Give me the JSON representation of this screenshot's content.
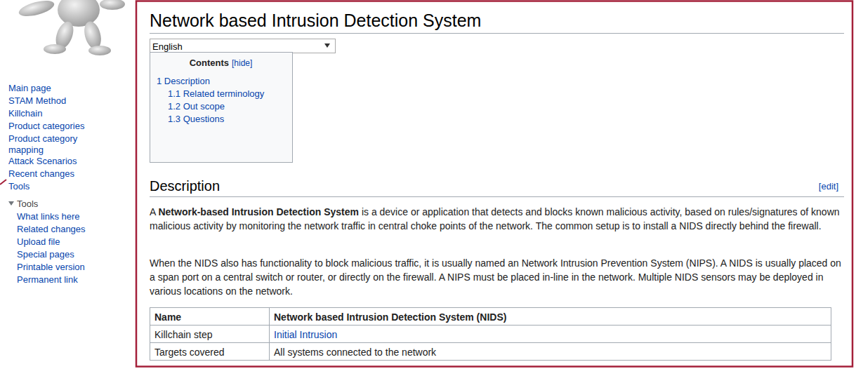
{
  "diagram": {
    "title": "Network based Intrusion Detection System",
    "nodes": [
      {
        "text": [
          "English"
        ]
      },
      {
        "text": [
          "Contents",
          "[hide]",
          "1 Description",
          "1.1 Related terminology",
          "1.2 Out scope",
          "1.3 Questions"
        ]
      }
    ],
    "labels": [
      "Main page",
      "STAM Method",
      "Killchain",
      "Product categories",
      "Product category mapping",
      "Attack Scenarios",
      "Recent changes",
      "Tools",
      "Tools",
      "What links here",
      "Related changes",
      "Upload file",
      "Special pages",
      "Printable version",
      "Permanent link",
      "Description",
      "[edit]",
      "A",
      "Network-based Intrusion Detection System",
      "is a device or application that detects and blocks known malicious activity, based on rules/signatures of known malicious activity by monitoring the network traffic in central choke points of the network. The common setup is to install a NIDS directly behind the firewall.",
      "When the NIDS also has functionality to block malicious traffic, it is usually named an Network Intrusion Prevention System (NIPS). A NIDS is usually placed on a span port on a central switch or router, or directly on the firewall. A NIPS must be placed in-line in the network. Multiple NIDS sensors may be deployed in various locations on the network.",
      "Name",
      "Network based Intrusion Detection System (NIDS)",
      "Killchain step",
      "Initial Intrusion",
      "Targets covered",
      "All systems connected to the network"
    ]
  }
}
